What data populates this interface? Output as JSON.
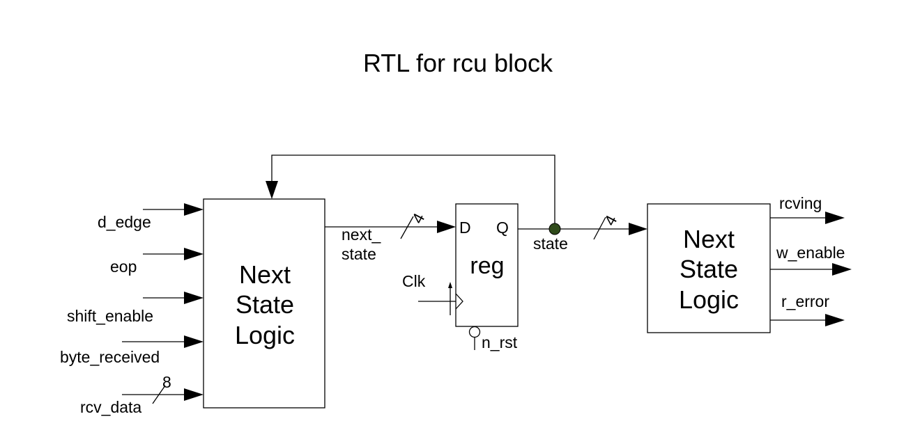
{
  "title": "RTL for rcu block",
  "inputs": {
    "d_edge": "d_edge",
    "eop": "eop",
    "shift_enable": "shift_enable",
    "byte_received": "byte_received",
    "rcv_data": "rcv_data",
    "rcv_data_width": "8"
  },
  "left_block": {
    "line1": "Next",
    "line2": "State",
    "line3": "Logic"
  },
  "next_state": {
    "line1": "next_",
    "line2": "state",
    "width": "4"
  },
  "reg": {
    "name": "reg",
    "d": "D",
    "q": "Q",
    "clk": "Clk",
    "reset": "n_rst"
  },
  "state": {
    "label": "state",
    "width": "4"
  },
  "right_block": {
    "line1": "Next",
    "line2": "State",
    "line3": "Logic"
  },
  "outputs": {
    "rcving": "rcving",
    "w_enable": "w_enable",
    "r_error": "r_error"
  },
  "colors": {
    "line": "#000000",
    "junction": "#2f4a1a"
  }
}
